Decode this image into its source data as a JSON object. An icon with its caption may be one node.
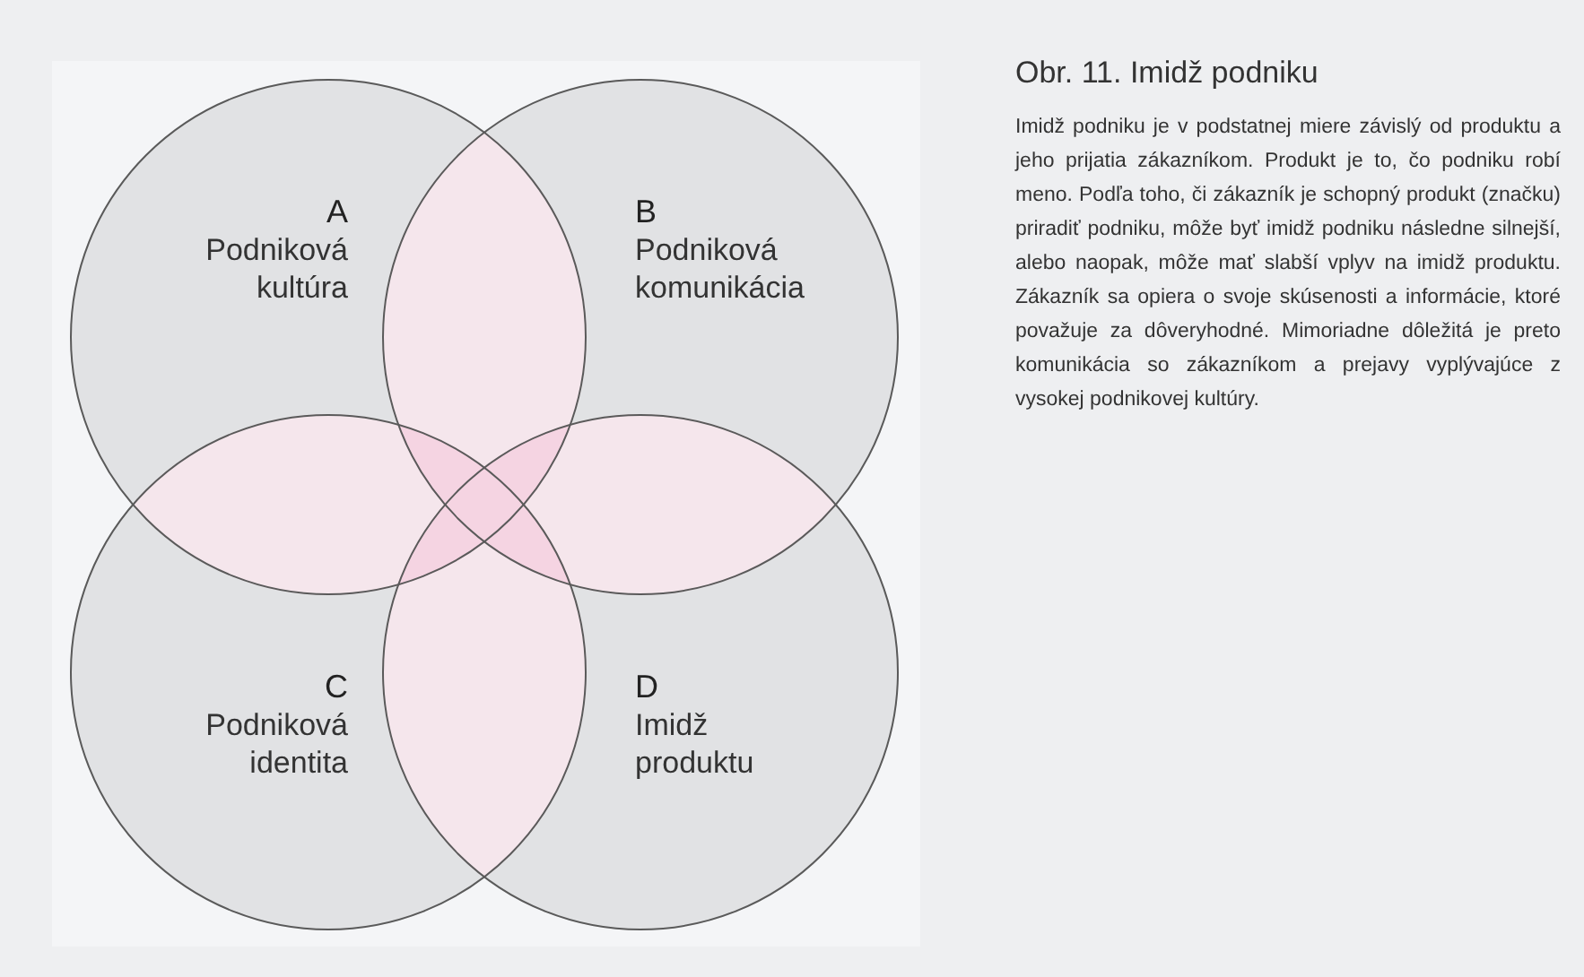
{
  "diagram": {
    "title": "Obr. **11.** Imidž podniku",
    "caption": "Imidž podniku je v podstatnej miere závislý od produktu a jeho prijatia zákazníkom. Produkt je to, čo podniku robí meno. Podľa toho, či zákazník je schopný produkt (značku) priradiť podniku, môže byť imidž podniku následne silnejší, alebo naopak, môže mať slabší vplyv na imidž produktu. Zákazník sa opiera o svoje skúsenosti a informácie, ktoré považuje za dôveryhodné. Mimoriadne dôležitá je preto komunikácia so zákazníkom a prejavy vyplývajúce z vysokej podnikovej kultúry.",
    "nodes": [
      {
        "text": [
          "A",
          "Podniková kultúra"
        ]
      },
      {
        "text": [
          "B",
          "Podniková komunikácia"
        ]
      },
      {
        "text": [
          "C",
          "Podniková identita"
        ]
      },
      {
        "text": [
          "D",
          "Imidž produktu"
        ]
      }
    ]
  }
}
